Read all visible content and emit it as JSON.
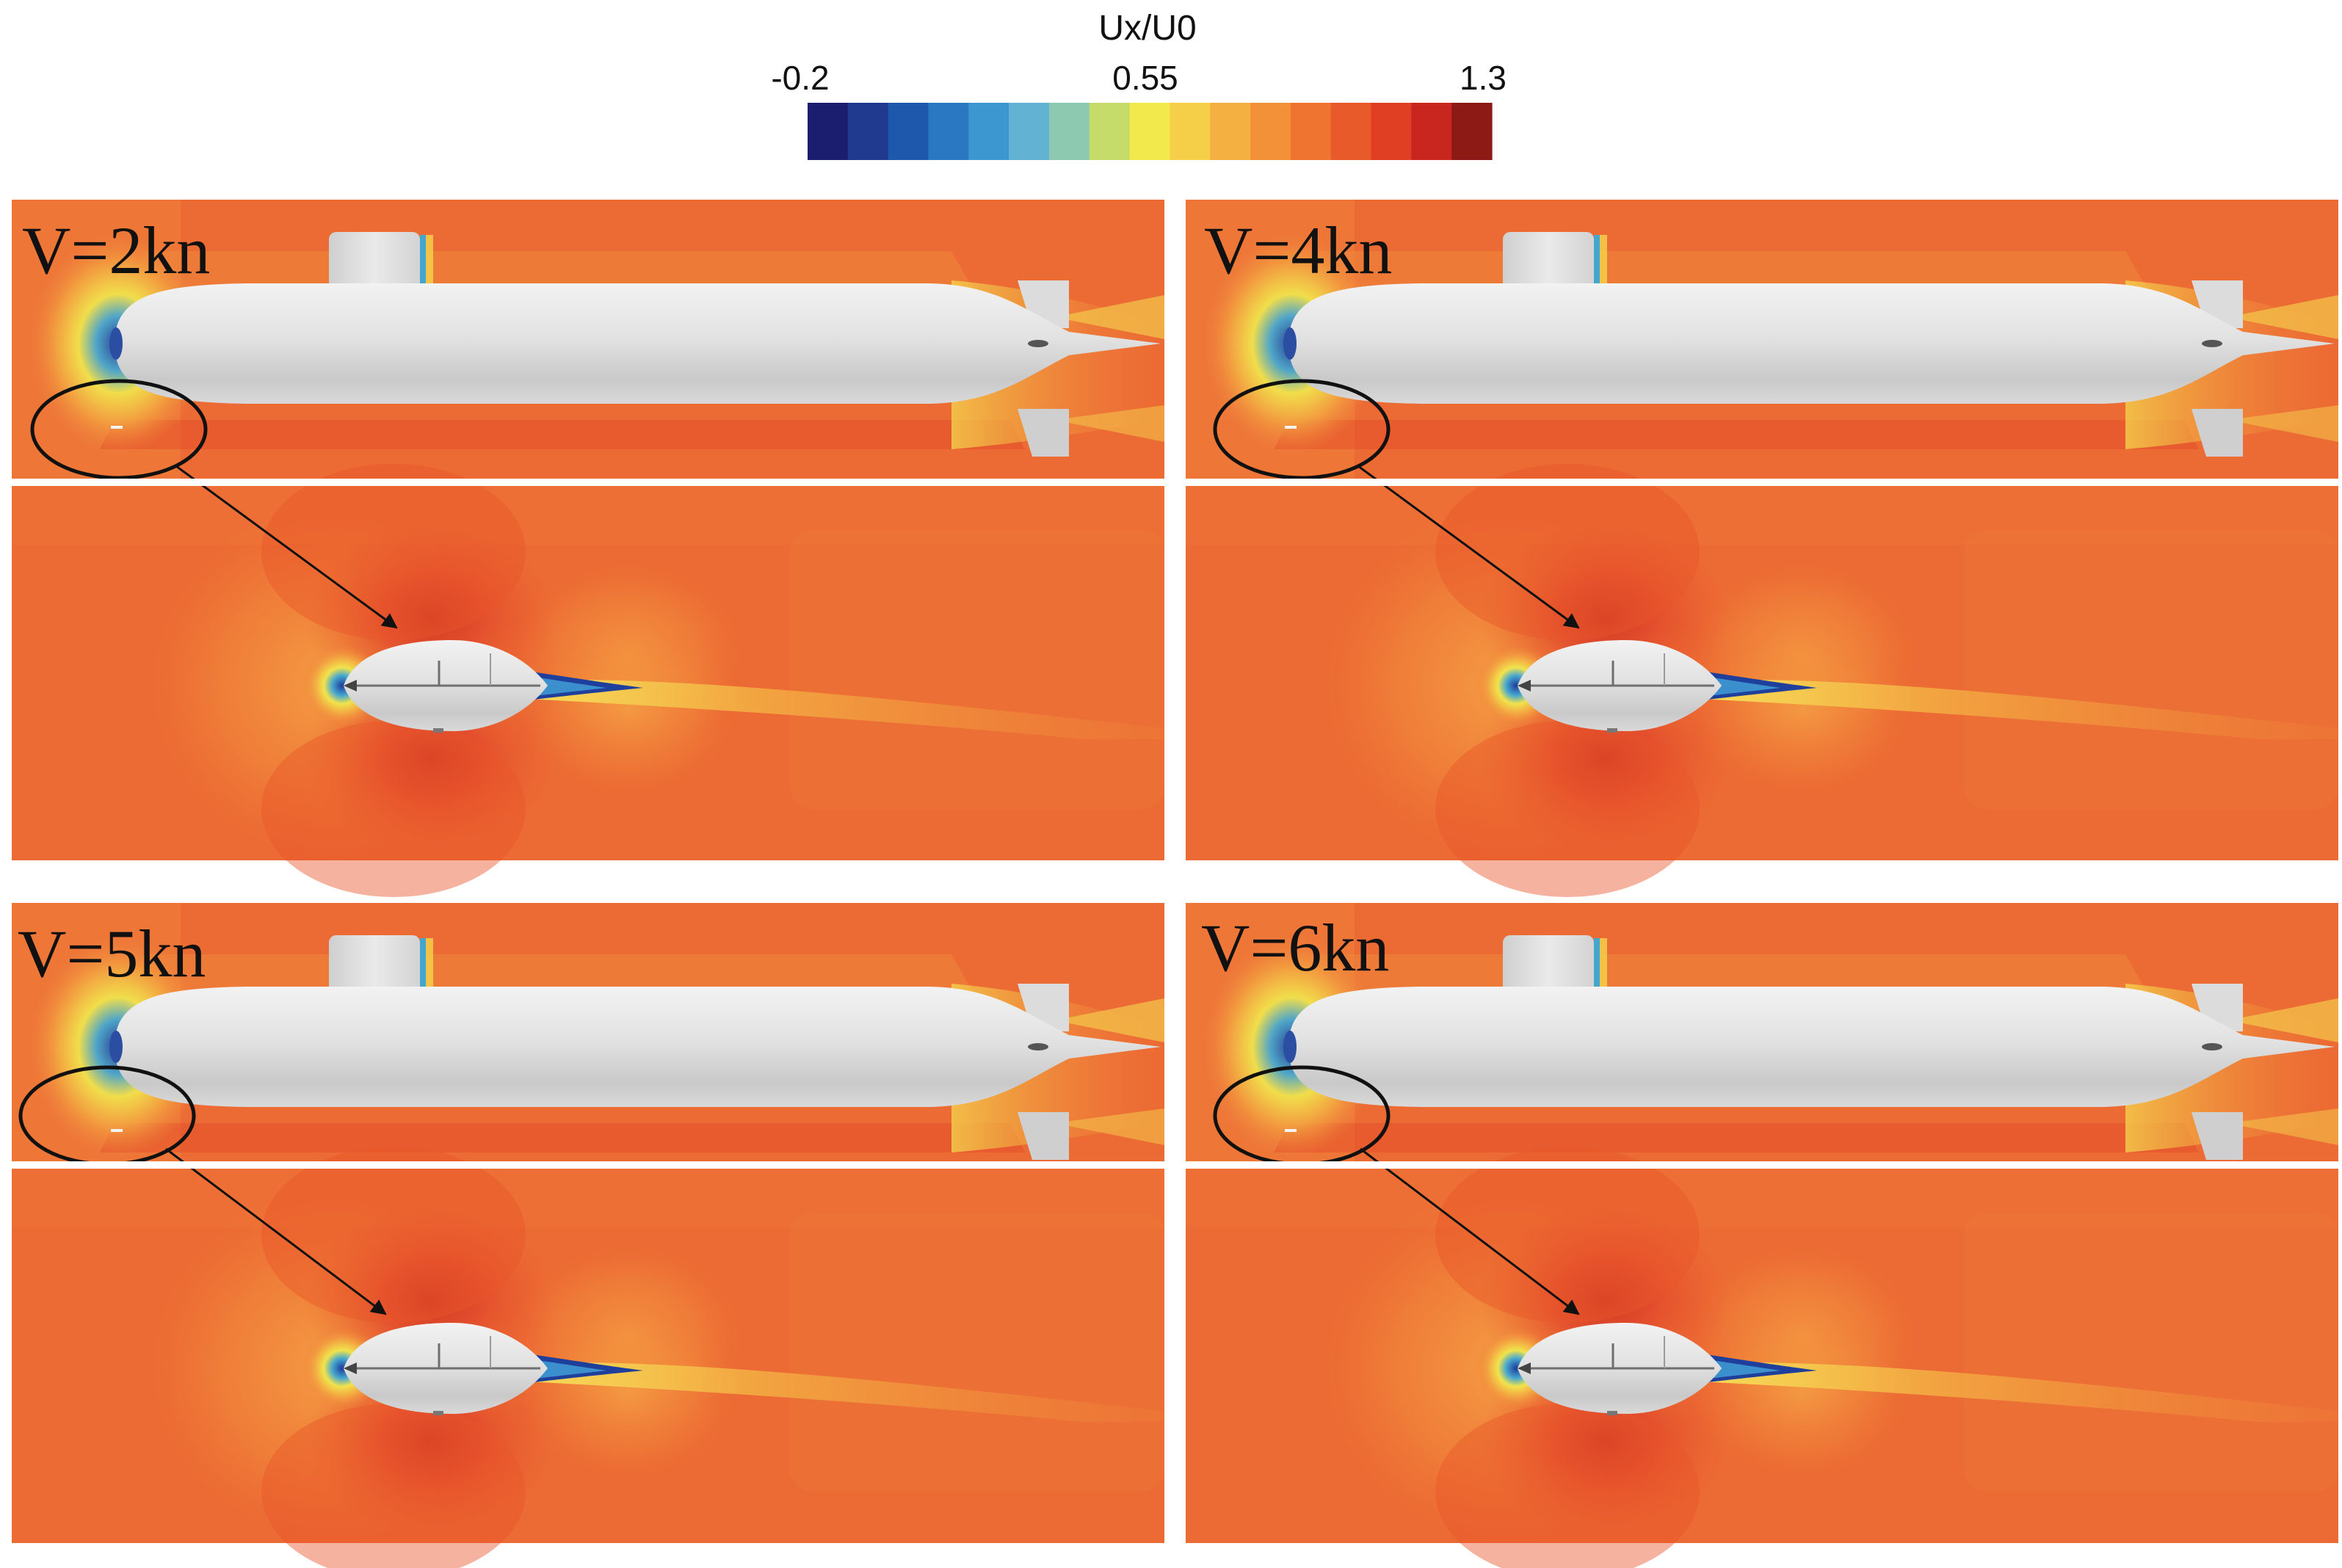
{
  "colorbar": {
    "title": "Ux/U0",
    "min_label": "-0.2",
    "mid_label": "0.55",
    "max_label": "1.3",
    "colors": [
      "#1b1d6e",
      "#1f3a8f",
      "#1d58ad",
      "#2a77c2",
      "#3c96cf",
      "#62b3d3",
      "#8cc9b0",
      "#c5dc6a",
      "#f2ea4c",
      "#f6cf48",
      "#f5b042",
      "#f29138",
      "#ee742f",
      "#e85a2a",
      "#e03f24",
      "#c8261e",
      "#8e1a16"
    ]
  },
  "colors": {
    "field": "#ec6a34",
    "field_light": "#f0813c",
    "field_red": "#e24a28",
    "hull": "#e4e4e4",
    "wake_yellow": "#f4c94a",
    "wake_blue": "#1f3f9c",
    "annotation": "#111111"
  },
  "panels": [
    {
      "label": "V=2kn"
    },
    {
      "label": "V=4kn"
    },
    {
      "label": "V=5kn"
    },
    {
      "label": "V=6kn"
    }
  ]
}
